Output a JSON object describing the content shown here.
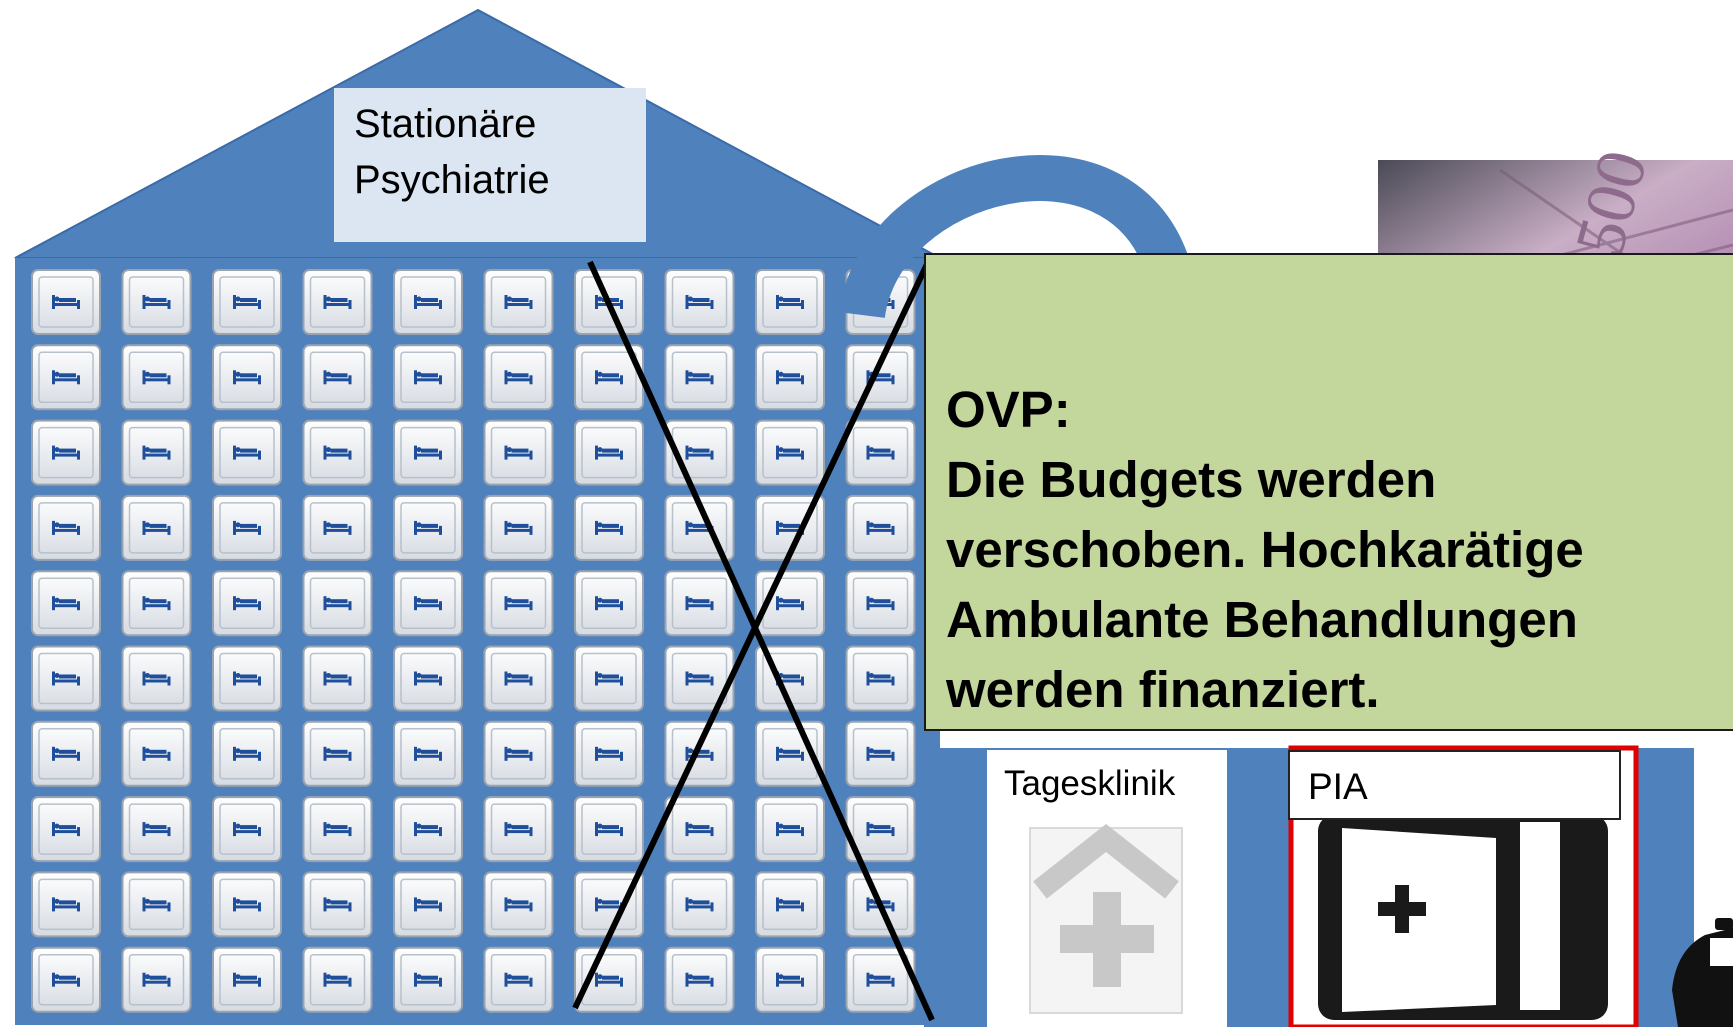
{
  "building": {
    "title_line1": "Stationäre",
    "title_line2": "Psychiatrie",
    "grid_columns": 10,
    "grid_rows": 10,
    "bed_icon": "bed-icon"
  },
  "ovp": {
    "title": "OVP:",
    "body": "Die Budgets werden\nverschoben. Hochkarätige\nAmbulante  Behandlungen\nwerden finanziert."
  },
  "tagesklinik": {
    "label": "Tagesklinik",
    "icon": "hospital-cross-icon"
  },
  "pia": {
    "label": "PIA",
    "icon": "door-medical-icon"
  },
  "money_photo": {
    "icon": "euro-banknotes-image"
  },
  "car": {
    "icon": "car-icon"
  },
  "colors": {
    "building_blue": "#4f81bd",
    "label_bg": "#dce6f2",
    "ovp_green": "#c3d69b",
    "pia_red": "#e00000",
    "cross_black": "#000000"
  }
}
